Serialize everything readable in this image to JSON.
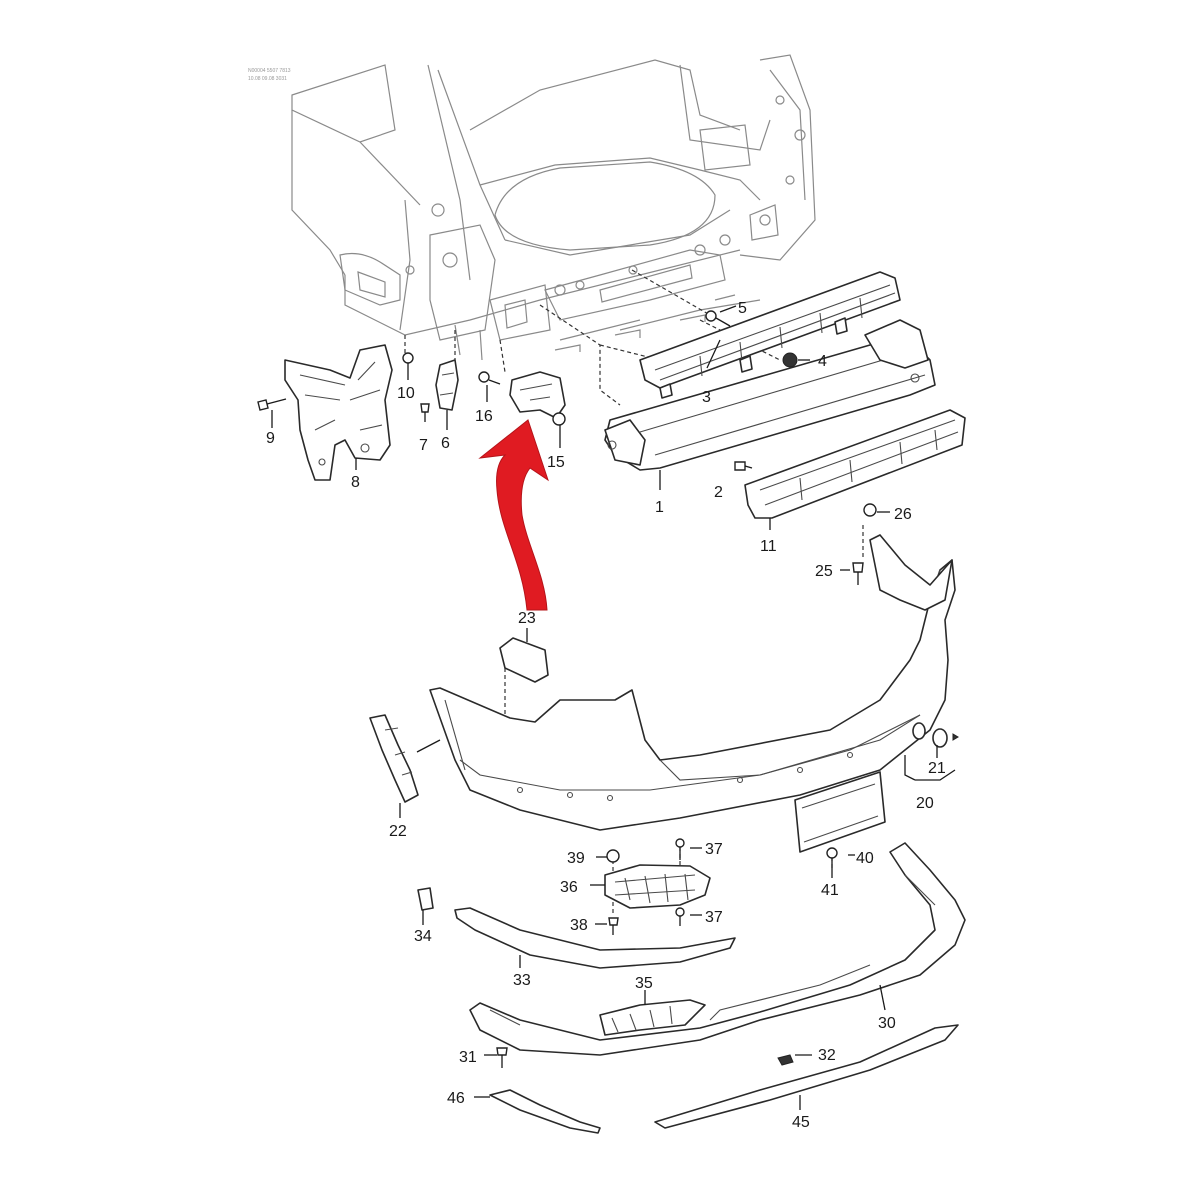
{
  "diagram": {
    "callouts": [
      "1",
      "2",
      "3",
      "4",
      "5",
      "6",
      "7",
      "8",
      "9",
      "10",
      "11",
      "15",
      "16",
      "20",
      "21",
      "22",
      "23",
      "25",
      "26",
      "30",
      "31",
      "32",
      "33",
      "34",
      "35",
      "36",
      "37",
      "37",
      "38",
      "39",
      "40",
      "41",
      "45",
      "46"
    ],
    "arrow_color": "#e01b22",
    "line_color": "#2a2a2a"
  }
}
